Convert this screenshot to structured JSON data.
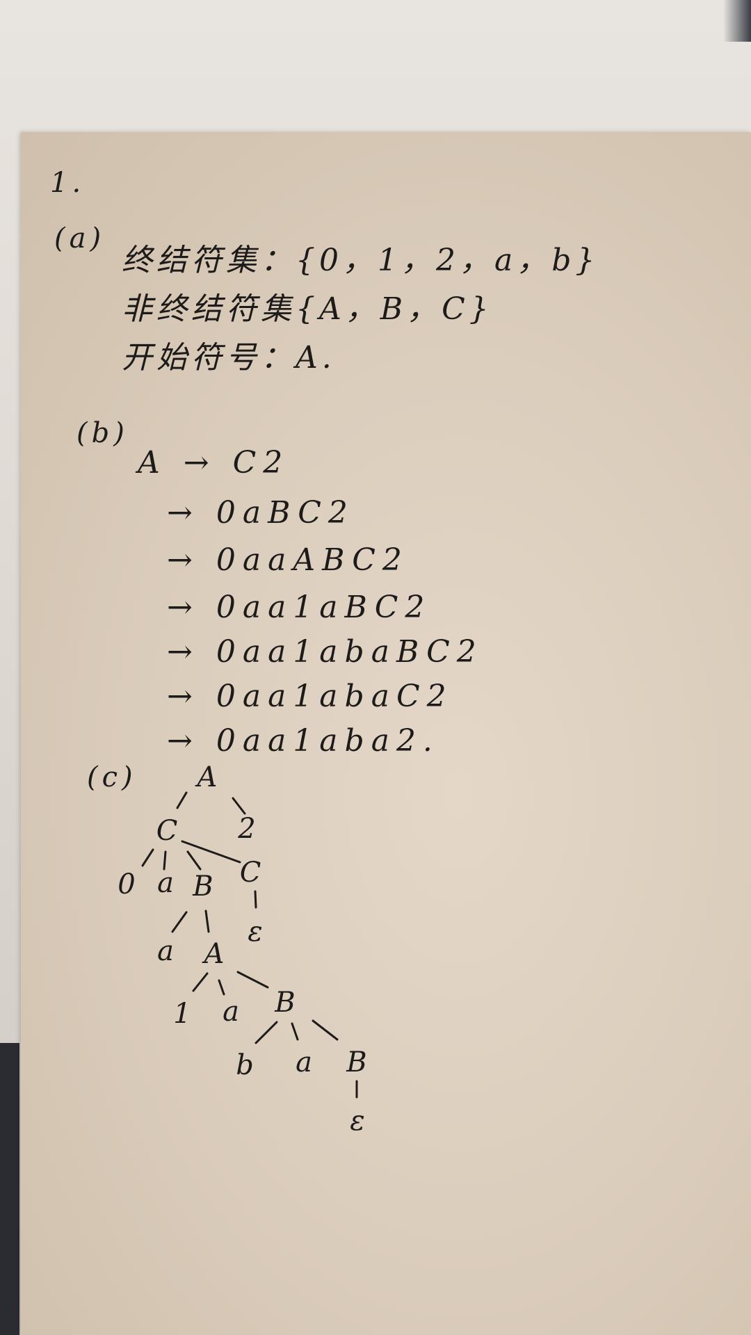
{
  "problem_number": "1.",
  "part_a": {
    "label": "(a)",
    "terminals": "终结符集：{0，1，2，a，b}",
    "nonterminals": "非终结符集{A，B，C}",
    "start_symbol": "开始符号：A."
  },
  "part_b": {
    "label": "(b)",
    "steps": [
      "A → C2",
      "→ 0aBC2",
      "→ 0aaABC2",
      "→ 0aa1aBC2",
      "→ 0aa1abaBC2",
      "→ 0aa1abaC2",
      "→ 0aa1aba2."
    ]
  },
  "part_c": {
    "label": "(c)",
    "tree_nodes": {
      "root": "A",
      "c1": "C",
      "two": "2",
      "zero": "0",
      "a1": "a",
      "b1": "B",
      "c2": "C",
      "eps1": "ε",
      "a2": "a",
      "a_node": "A",
      "one": "1",
      "a3": "a",
      "b2": "B",
      "b_leaf": "b",
      "a4": "a",
      "b3": "B",
      "eps2": "ε"
    }
  }
}
